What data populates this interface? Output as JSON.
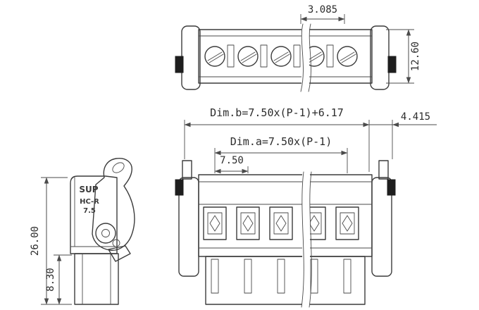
{
  "drawing": {
    "top_view": {
      "dim_slot": "3.085",
      "dim_height": "12.60"
    },
    "formulas": {
      "dim_b": "Dim.b=7.50x(P-1)+6.17",
      "dim_a": "Dim.a=7.50x(P-1)",
      "pitch": "7.50",
      "dim_flange": "4.415"
    },
    "side_view": {
      "brand": "SUP",
      "series": "HC-R",
      "pitch_label": "7.5",
      "dim_total_height": "26.00",
      "dim_base_height": "8.30"
    }
  }
}
